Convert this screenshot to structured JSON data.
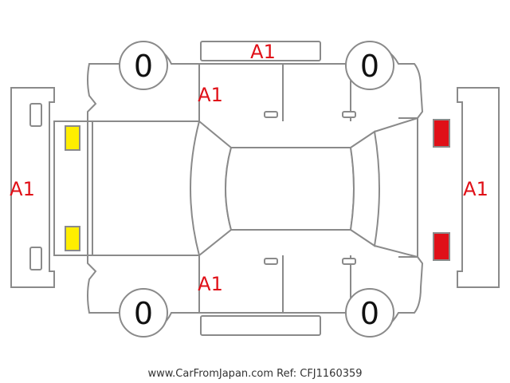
{
  "marks": {
    "front_panel": "A1",
    "rear_panel": "A1",
    "roof": "A1",
    "left_side": "A1",
    "right_side": "A1"
  },
  "wheels": {
    "front_left": "0",
    "front_right": "0",
    "rear_left": "0",
    "rear_right": "0"
  },
  "colors": {
    "mark_text": "#e01018",
    "front_lights": "#ffee00",
    "rear_lights": "#e01018",
    "outline": "#8a8a8a"
  },
  "footer": {
    "text": "www.CarFromJapan.com Ref: CFJ1160359"
  }
}
